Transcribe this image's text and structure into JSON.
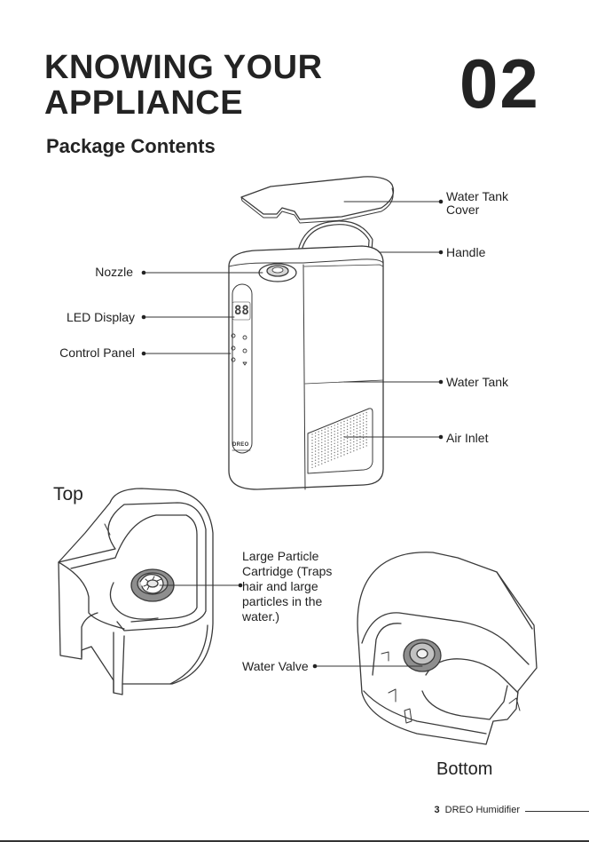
{
  "header": {
    "title_line1": "KNOWING YOUR",
    "title_line2": "APPLIANCE",
    "chapter_number": "02"
  },
  "section": {
    "title": "Package Contents"
  },
  "callouts": {
    "water_tank_cover_line1": "Water Tank",
    "water_tank_cover_line2": "Cover",
    "handle": "Handle",
    "nozzle": "Nozzle",
    "led_display": "LED Display",
    "control_panel": "Control Panel",
    "water_tank": "Water Tank",
    "air_inlet": "Air Inlet",
    "cartridge_lines": [
      "Large Particle",
      "Cartridge (Traps",
      "hair and large",
      "particles in the",
      "water.)"
    ],
    "water_valve": "Water Valve"
  },
  "views": {
    "top": "Top",
    "bottom": "Bottom"
  },
  "product": {
    "brand_mark": "DREO",
    "display_digits": "88"
  },
  "footer": {
    "page_number": "3",
    "product_name": "DREO Humidifier"
  }
}
